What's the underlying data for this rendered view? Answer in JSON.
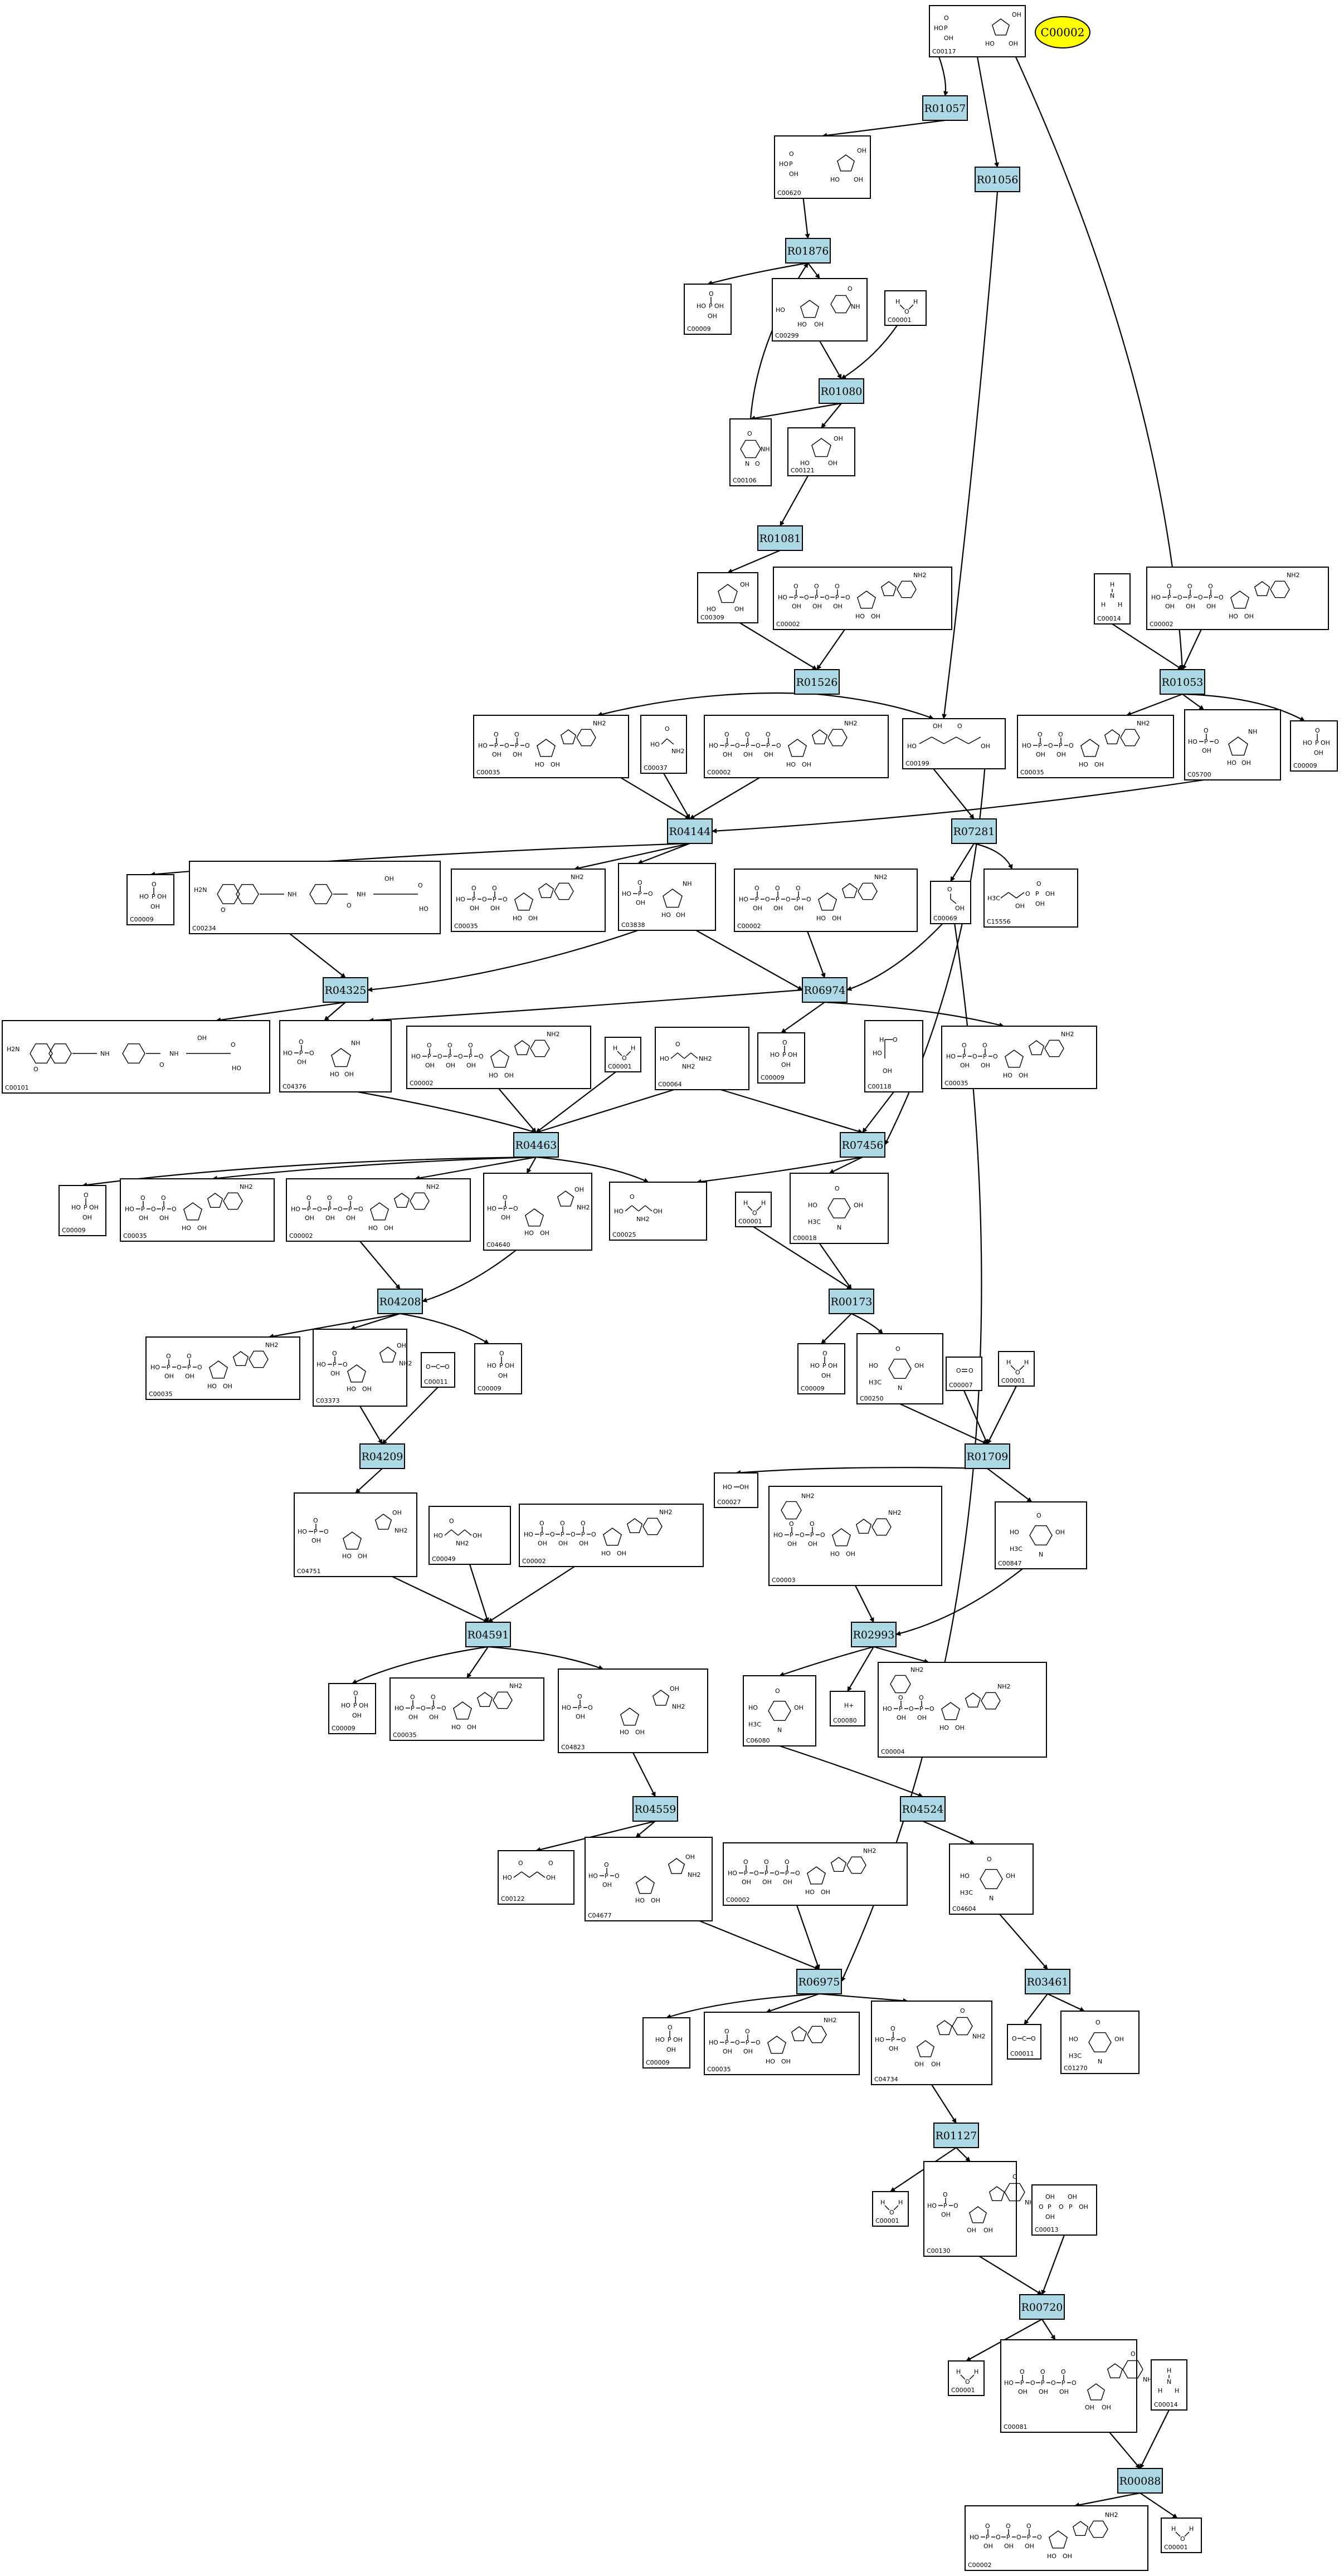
{
  "colors": {
    "reaction_fill": "#add8e6",
    "highlight_fill": "#ffff00",
    "edge": "#000000",
    "box_stroke": "#000000"
  },
  "highlight": {
    "id": "C00002"
  },
  "reactions": [
    "R01057",
    "R01056",
    "R01876",
    "R01080",
    "R01081",
    "R01526",
    "R01053",
    "R04144",
    "R07281",
    "R04325",
    "R06974",
    "R04463",
    "R07456",
    "R04208",
    "R00173",
    "R04209",
    "R01709",
    "R04591",
    "R02993",
    "R04559",
    "R04524",
    "R06975",
    "R03461",
    "R01127",
    "R00720",
    "R00088"
  ],
  "compounds": [
    {
      "id": "C00117",
      "mol": "pentose-phosphate"
    },
    {
      "id": "C00620",
      "mol": "pentose-phosphate"
    },
    {
      "id": "C00009",
      "mol": "phosphate"
    },
    {
      "id": "C00299",
      "mol": "nucleoside"
    },
    {
      "id": "C00001",
      "mol": "water"
    },
    {
      "id": "C00106",
      "mol": "uracil"
    },
    {
      "id": "C00121",
      "mol": "ribose"
    },
    {
      "id": "C00309",
      "mol": "ribose"
    },
    {
      "id": "C00002",
      "mol": "atp"
    },
    {
      "id": "C00014",
      "mol": "ammonia"
    },
    {
      "id": "C00035",
      "mol": "adp-like"
    },
    {
      "id": "C00037",
      "mol": "glycine"
    },
    {
      "id": "C00199",
      "mol": "ribulose"
    },
    {
      "id": "C05700",
      "mol": "aminosugar"
    },
    {
      "id": "C00234",
      "mol": "folate"
    },
    {
      "id": "C03838",
      "mol": "aminosugar"
    },
    {
      "id": "C00069",
      "mol": "aldehyde"
    },
    {
      "id": "C15556",
      "mol": "acid-phosphate"
    },
    {
      "id": "C00101",
      "mol": "folate"
    },
    {
      "id": "C04376",
      "mol": "aminosugar"
    },
    {
      "id": "C00064",
      "mol": "glutamine"
    },
    {
      "id": "C00118",
      "mol": "triose"
    },
    {
      "id": "C00025",
      "mol": "glutamate"
    },
    {
      "id": "C04640",
      "mol": "imidazole-ribotide"
    },
    {
      "id": "C00018",
      "mol": "pyridoxal"
    },
    {
      "id": "C03373",
      "mol": "imidazole-ribotide"
    },
    {
      "id": "C00011",
      "mol": "co2"
    },
    {
      "id": "C00250",
      "mol": "pyridoxal"
    },
    {
      "id": "C00007",
      "mol": "oxygen"
    },
    {
      "id": "C04751",
      "mol": "imidazole-ribotide"
    },
    {
      "id": "C00049",
      "mol": "aspartate"
    },
    {
      "id": "C00027",
      "mol": "peroxide"
    },
    {
      "id": "C00003",
      "mol": "nad"
    },
    {
      "id": "C00847",
      "mol": "pyridoxal"
    },
    {
      "id": "C04823",
      "mol": "imidazole-ribotide"
    },
    {
      "id": "C06080",
      "mol": "pyridoxal"
    },
    {
      "id": "C00080",
      "mol": "proton"
    },
    {
      "id": "C00004",
      "mol": "nad"
    },
    {
      "id": "C00122",
      "mol": "fumarate"
    },
    {
      "id": "C04677",
      "mol": "imidazole-ribotide"
    },
    {
      "id": "C04604",
      "mol": "pyridoxal"
    },
    {
      "id": "C04734",
      "mol": "purine-ribotide"
    },
    {
      "id": "C01270",
      "mol": "pyridoxal"
    },
    {
      "id": "C00130",
      "mol": "purine-ribotide"
    },
    {
      "id": "C00013",
      "mol": "pyrophosphate"
    },
    {
      "id": "C00081",
      "mol": "purine-triphosphate"
    }
  ]
}
